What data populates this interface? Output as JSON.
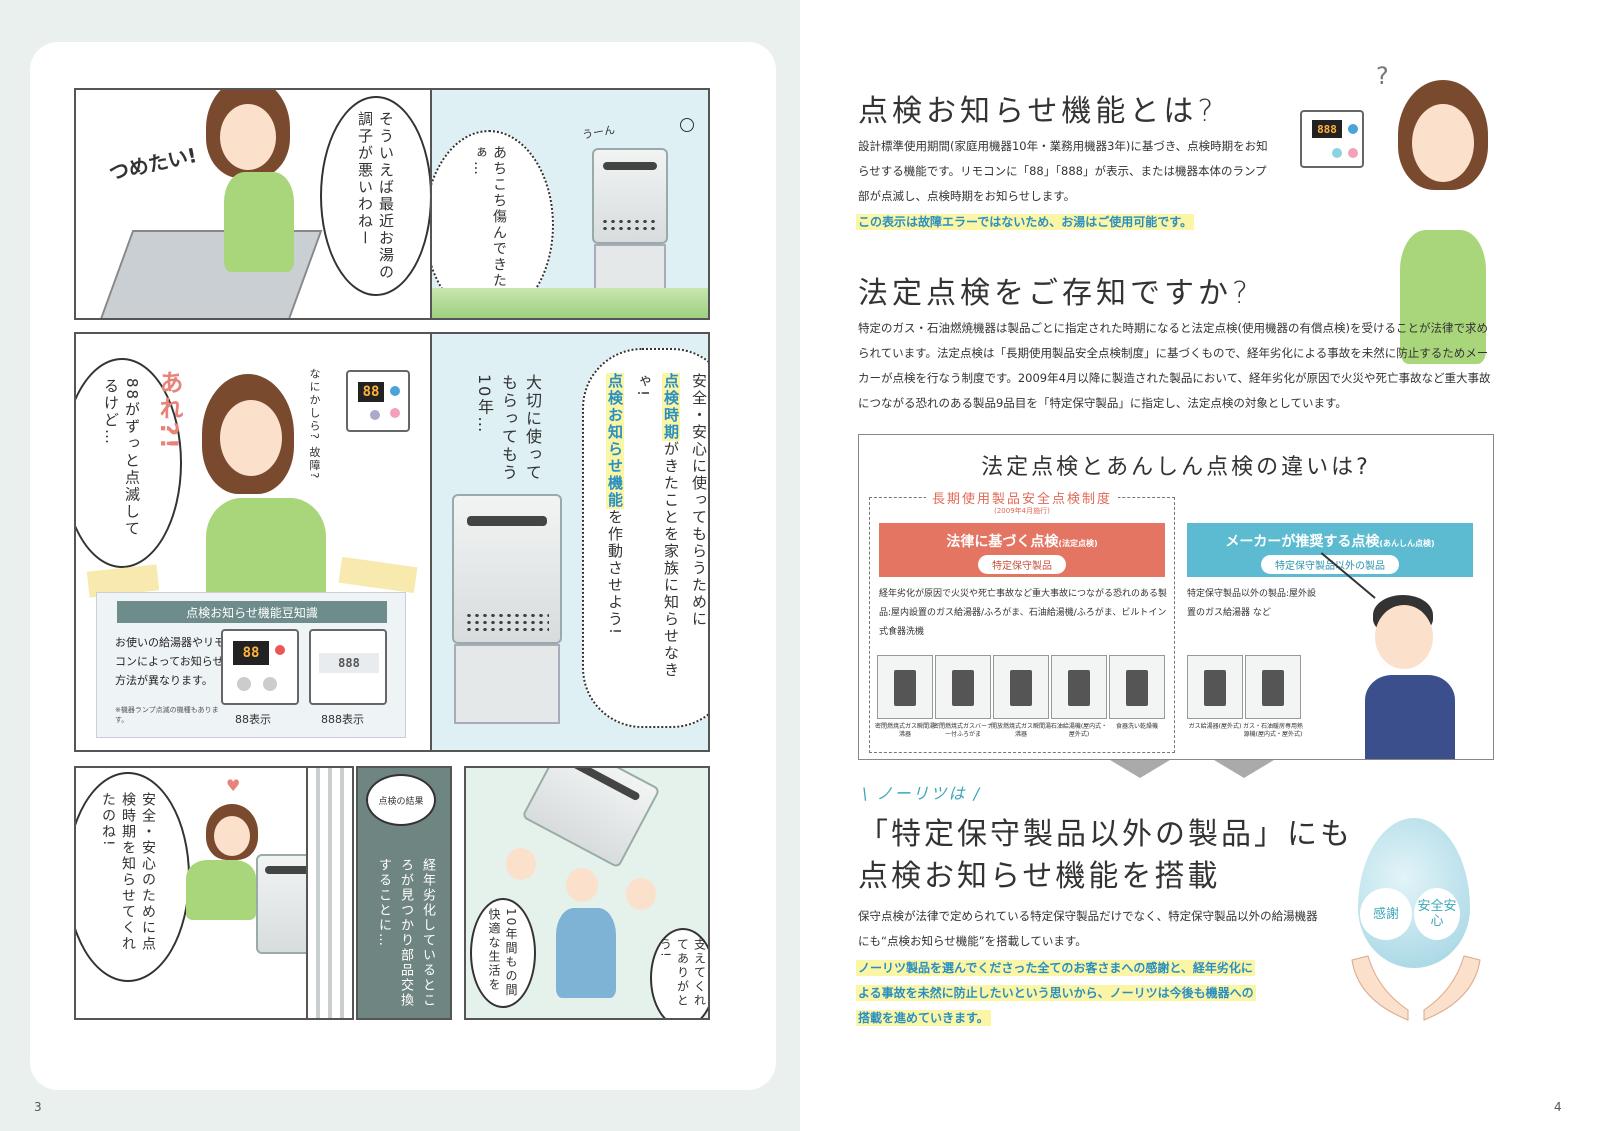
{
  "page_numbers": {
    "left": "3",
    "right": "4"
  },
  "manga": {
    "p1_shout": "つめたい!",
    "p1_thought": "そういえば最近お湯の調子が悪いわねー",
    "p2_sfx": "うーん",
    "p2_bubble": "あちこち傷んできたなぁ…",
    "p3_are": "あれ?!",
    "p3_bubble": "88がずっと点滅してるけど…",
    "p3_small": "なにかしら? 故障?",
    "remote_display": "88",
    "p4_bubble": "大切に使ってもらってもう10年…",
    "p5_line1": "安全・安心に使ってもらうために",
    "p5_hl1": "点検時期",
    "p5_line2": "がきたことを家族に知らせなきゃ!",
    "p5_hl2": "点検お知らせ機能",
    "p5_line3": "を作動させよう!",
    "tip_title": "点検お知らせ機能豆知識",
    "tip_text": "お使いの給湯器やリモコンによってお知らせ方法が異なります。",
    "tip_note": "※機器ランプ点滅の機種もあります。",
    "tip_label_88": "88表示",
    "tip_label_888": "888表示",
    "remote_888": "888",
    "p6_bubble": "安全・安心のために点検時期を知らせてくれたのね!",
    "p7_small": "点検の結果",
    "p7_text": "経年劣化しているところが見つかり部品交換することに…",
    "p8_bubble1": "10年間もの間快適な生活を",
    "p8_bubble2": "支えてくれてありがとう!"
  },
  "section1": {
    "title": "点検お知らせ機能とは?",
    "body": "設計標準使用期間(家庭用機器10年・業務用機器3年)に基づき、点検時期をお知らせする機能です。リモコンに「88」「888」が表示、または機器本体のランプ部が点滅し、点検時期をお知らせします。",
    "highlight": "この表示は故障エラーではないため、お湯はご使用可能です。",
    "remote_display": "888"
  },
  "section2": {
    "title": "法定点検をご存知ですか?",
    "body": "特定のガス・石油燃焼機器は製品ごとに指定された時期になると法定点検(使用機器の有償点検)を受けることが法律で求められています。法定点検は「長期使用製品安全点検制度」に基づくもので、経年劣化による事故を未然に防止するためメーカーが点検を行なう制度です。2009年4月以降に製造された製品において、経年劣化が原因で火災や死亡事故など重大事故につながる恐れのある製品9品目を「特定保守製品」に指定し、法定点検の対象としています。"
  },
  "diff_box": {
    "title": "法定点検とあんしん点検の違いは?",
    "system_name": "長期使用製品安全点検制度",
    "system_sub": "(2009年4月施行)",
    "left_head": "法律に基づく点検",
    "left_head_small": "(法定点検)",
    "left_pill": "特定保守製品",
    "left_desc": "経年劣化が原因で火災や死亡事故など重大事故につながる恐れのある製品:屋内設置のガス給湯器/ふろがま、石油給湯機/ふろがま、ビルトイン式食器洗機",
    "right_head": "メーカーが推奨する点検",
    "right_head_small": "(あんしん点検)",
    "right_pill": "特定保守製品以外の製品",
    "right_desc": "特定保守製品以外の製品:屋外設置のガス給湯器 など",
    "left_products": [
      "密閉燃焼式ガス瞬間湯沸器",
      "密閉燃焼式ガスバーナー付ふろがま",
      "開放燃焼式ガス瞬間湯沸器",
      "石油給湯機(屋内式・屋外式)",
      "食器洗い乾燥機"
    ],
    "right_products": [
      "ガス給湯器(屋外式)",
      "ガス・石油暖房専用熱源機(屋内式・屋外式)"
    ]
  },
  "section3": {
    "tag": "ノーリツは",
    "title_line1": "「特定保守製品以外の製品」にも",
    "title_line2": "点検お知らせ機能を搭載",
    "body": "保守点検が法律で定められている特定保守製品だけでなく、特定保守製品以外の給湯機器にも“点検お知らせ機能”を搭載しています。",
    "highlight_lines": [
      "ノーリツ製品を選んでくださった全てのお客さまへの感謝と、経年劣化に",
      "よる事故を未然に防止したいという思いから、ノーリツは今後も機器への",
      "搭載を進めていきます。"
    ],
    "drop_left": "感謝",
    "drop_right": "安全安心"
  },
  "colors": {
    "accent_blue": "#2b8fc2",
    "red_head": "#e47563",
    "blue_head": "#5cbbd0",
    "highlight": "#fbf6a6"
  }
}
